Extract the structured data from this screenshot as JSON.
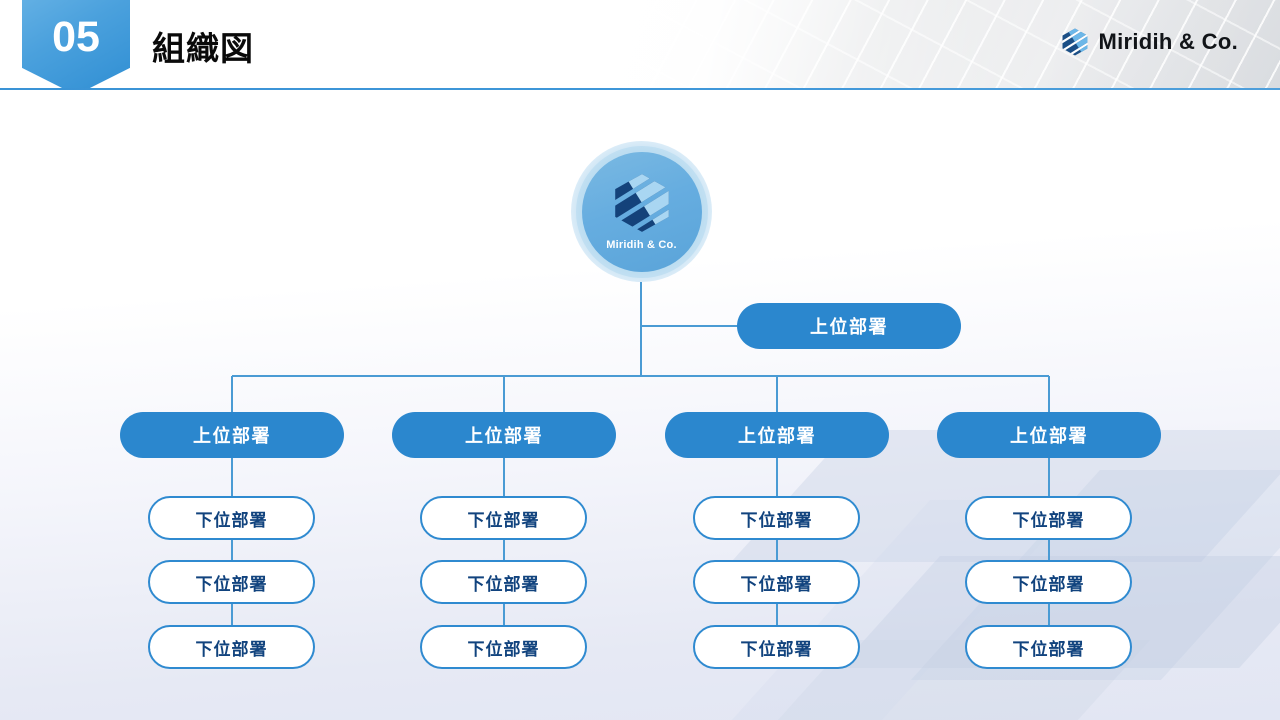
{
  "header": {
    "badge_number": "05",
    "title": "組織図",
    "brand_name": "Miridih & Co.",
    "brand_icon": "hexagon-stripes-logo-icon",
    "accent_color": "#2b87ce",
    "rule_color": "#3a93d6"
  },
  "chart_data": {
    "type": "diagram",
    "title": "組織図",
    "root": {
      "label": "Miridih & Co.",
      "icon": "hexagon-stripes-logo-icon",
      "shape": "circle",
      "fill": "#66ade0",
      "text_color": "#ffffff"
    },
    "top_node": {
      "label": "上位部署",
      "shape": "pill",
      "fill": "#2b87ce",
      "text_color": "#ffffff"
    },
    "columns": [
      {
        "head": "上位部署",
        "children": [
          "下位部署",
          "下位部署",
          "下位部署"
        ]
      },
      {
        "head": "上位部署",
        "children": [
          "下位部署",
          "下位部署",
          "下位部署"
        ]
      },
      {
        "head": "上位部署",
        "children": [
          "下位部署",
          "下位部署",
          "下位部署"
        ]
      },
      {
        "head": "上位部署",
        "children": [
          "下位部署",
          "下位部署",
          "下位部署"
        ]
      }
    ],
    "styles": {
      "head_fill": "#2b87ce",
      "head_text": "#ffffff",
      "child_fill": "#ffffff",
      "child_border": "#2f8ad0",
      "child_text": "#11437e",
      "connector_color": "#4a9bd4"
    }
  }
}
